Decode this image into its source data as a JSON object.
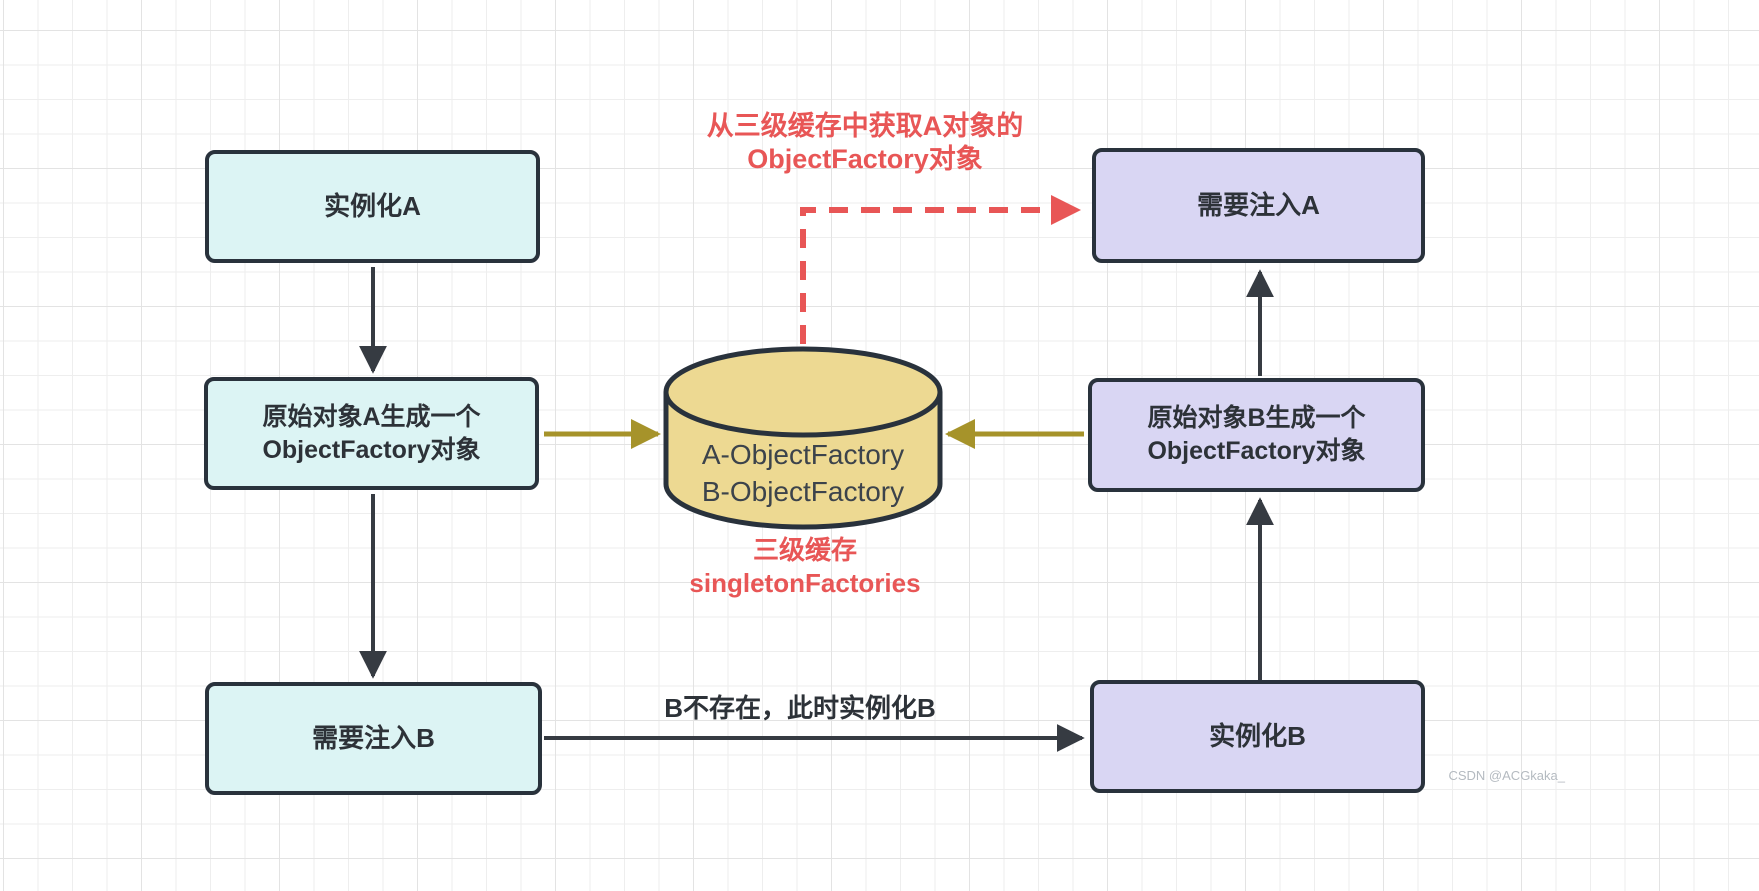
{
  "boxes": {
    "instantiate_a": {
      "label": "实例化A"
    },
    "factory_a": {
      "line1": "原始对象A生成一个",
      "line2": "ObjectFactory对象"
    },
    "inject_b": {
      "label": "需要注入B"
    },
    "inject_a": {
      "label": "需要注入A"
    },
    "factory_b": {
      "line1": "原始对象B生成一个",
      "line2": "ObjectFactory对象"
    },
    "instantiate_b": {
      "label": "实例化B"
    }
  },
  "cylinder": {
    "line1": "A-ObjectFactory",
    "line2": "B-ObjectFactory"
  },
  "annotations": {
    "fetch_from_cache": {
      "line1": "从三级缓存中获取A对象的",
      "line2": "ObjectFactory对象"
    },
    "cache_name": {
      "line1": "三级缓存",
      "line2": "singletonFactories"
    },
    "edge_label_b": "B不存在，此时实例化B"
  },
  "watermark": "CSDN @ACGkaka_",
  "colors": {
    "box_cyan_fill": "#dcf4f4",
    "box_purple_fill": "#d9d6f3",
    "cylinder_fill": "#edd992",
    "node_border": "#29323c",
    "red_accent": "#e85656",
    "olive_arrow": "#a6932a",
    "black_arrow": "#363b42",
    "grid_line": "#eeeeee"
  }
}
